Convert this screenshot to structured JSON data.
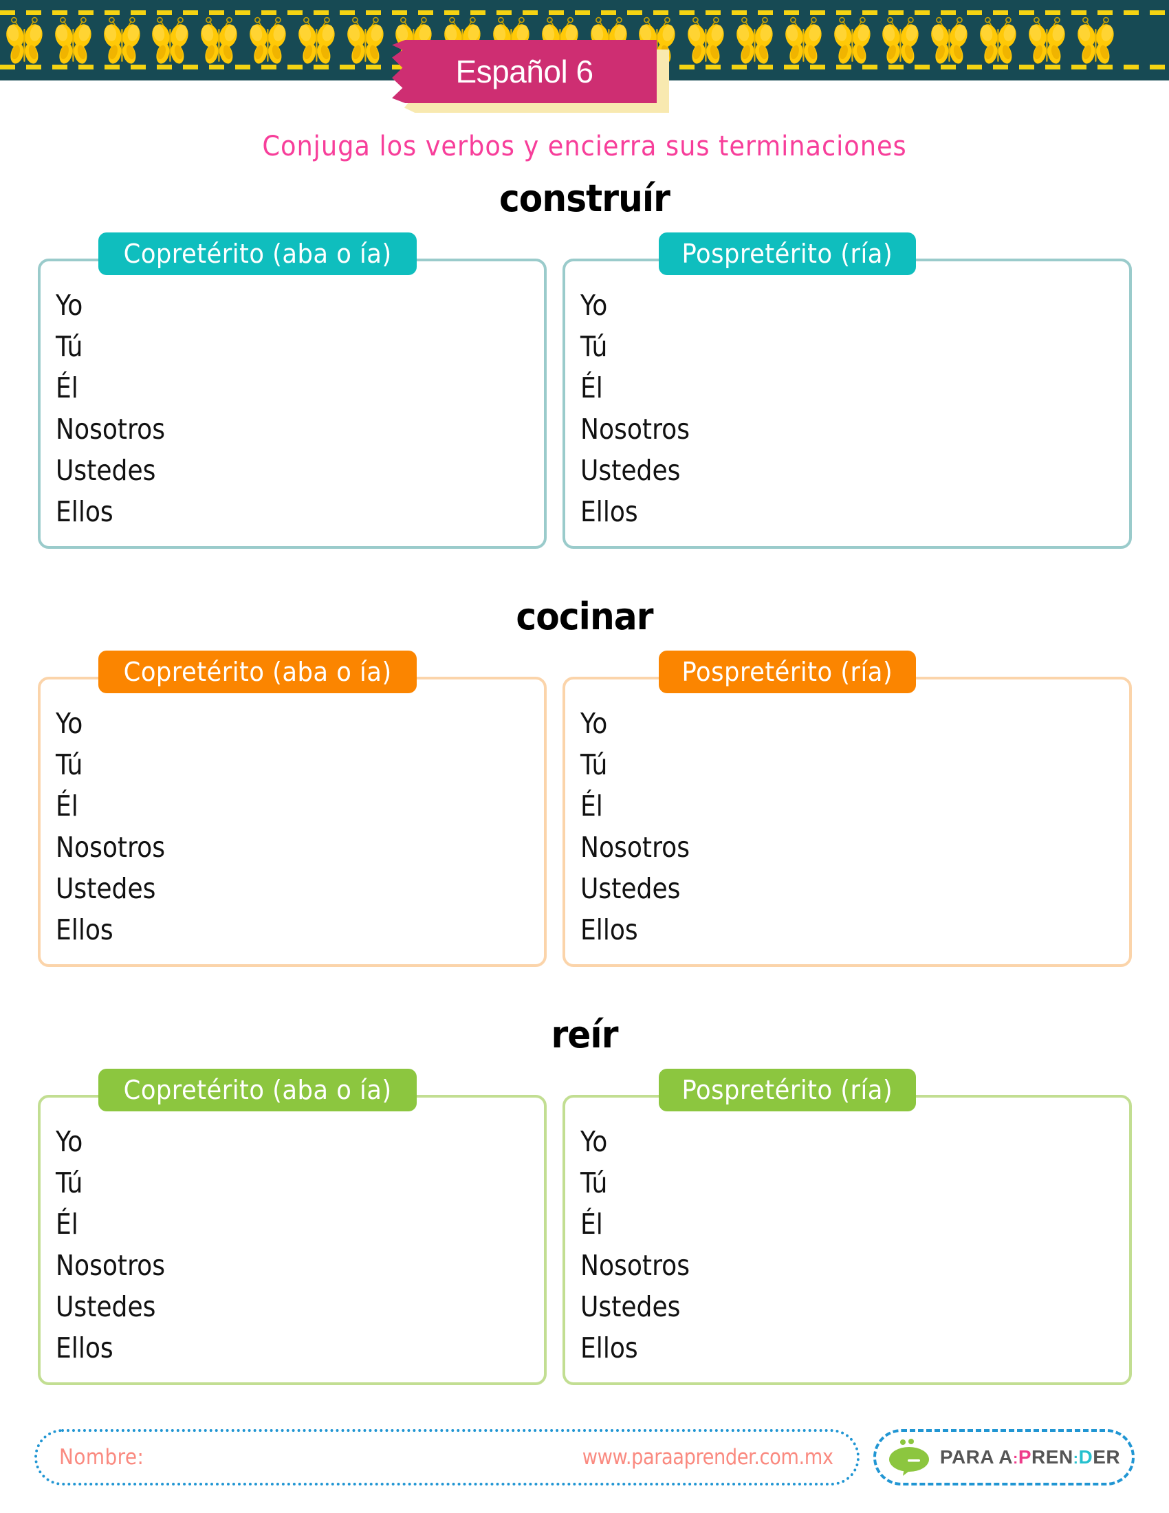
{
  "header": {
    "title": "Español 6",
    "band_color": "#174A54",
    "ribbon_color": "#CE2E72",
    "ribbon_shadow_color": "#F8E9B0",
    "dash_color": "#F5D312",
    "butterfly_color": "#FFC907",
    "butterfly_count": 23,
    "butterfly_icon": "butterfly-icon"
  },
  "instruction": {
    "text": "Conjuga los verbos y encierra sus terminaciones",
    "color": "#F73E9A"
  },
  "pronouns": [
    "Yo",
    "Tú",
    "Él",
    "Nosotros",
    "Ustedes",
    "Ellos"
  ],
  "sections": [
    {
      "verb": "construír",
      "theme": "teal",
      "pill_color": "#0FBEBE",
      "border_color": "#9ACBCB",
      "columns": [
        {
          "label": "Copretérito (aba o ía)",
          "pronouns": [
            "Yo",
            "Tú",
            "Él",
            "Nosotros",
            "Ustedes",
            "Ellos"
          ]
        },
        {
          "label": "Pospretérito (ría)",
          "pronouns": [
            "Yo",
            "Tú",
            "Él",
            "Nosotros",
            "Ustedes",
            "Ellos"
          ]
        }
      ]
    },
    {
      "verb": "cocinar",
      "theme": "orange",
      "pill_color": "#FB8500",
      "border_color": "#FBD4AA",
      "columns": [
        {
          "label": "Copretérito (aba o ía)",
          "pronouns": [
            "Yo",
            "Tú",
            "Él",
            "Nosotros",
            "Ustedes",
            "Ellos"
          ]
        },
        {
          "label": "Pospretérito (ría)",
          "pronouns": [
            "Yo",
            "Tú",
            "Él",
            "Nosotros",
            "Ustedes",
            "Ellos"
          ]
        }
      ]
    },
    {
      "verb": "reír",
      "theme": "green",
      "pill_color": "#8CC63F",
      "border_color": "#C2DE92",
      "columns": [
        {
          "label": "Copretérito (aba o ía)",
          "pronouns": [
            "Yo",
            "Tú",
            "Él",
            "Nosotros",
            "Ustedes",
            "Ellos"
          ]
        },
        {
          "label": "Pospretérito (ría)",
          "pronouns": [
            "Yo",
            "Tú",
            "Él",
            "Nosotros",
            "Ustedes",
            "Ellos"
          ]
        }
      ]
    }
  ],
  "footer": {
    "name_label": "Nombre:",
    "url": "www.paraaprender.com.mx",
    "text_color": "#FA8A80",
    "border_color": "#2196D3",
    "logo": {
      "icon": "speech-bubble-icon",
      "bubble_color": "#8CC63F",
      "part1": "PARA A",
      "dot1": ":",
      "part2": "P",
      "part3": "REN",
      "dot2": ":",
      "part4": "D",
      "part5": "ER"
    }
  }
}
